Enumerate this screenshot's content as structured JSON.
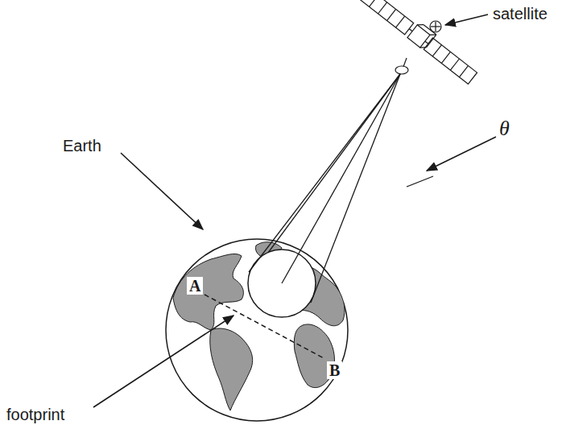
{
  "diagram": {
    "labels": [
      "satellite",
      "θ",
      "Earth",
      "A",
      "B",
      "footprint"
    ]
  }
}
